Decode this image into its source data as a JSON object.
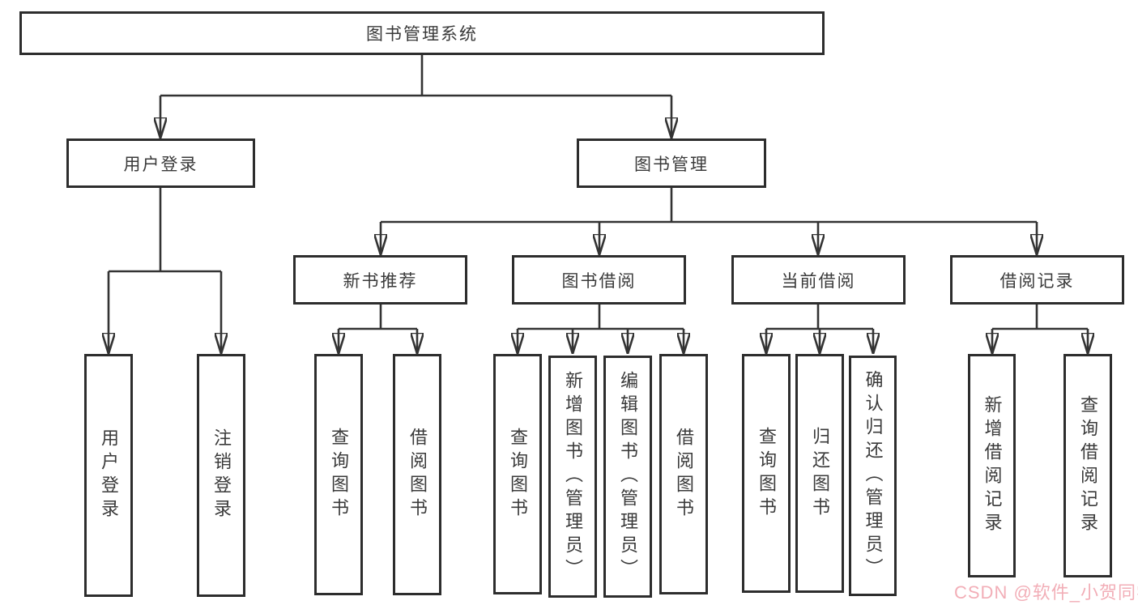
{
  "tree": {
    "root": {
      "label": "图书管理系统"
    },
    "branches": [
      {
        "label": "用户登录",
        "children": [
          "用户登录",
          "注销登录"
        ]
      },
      {
        "label": "图书管理",
        "groups": [
          {
            "label": "新书推荐",
            "children": [
              "查询图书",
              "借阅图书"
            ]
          },
          {
            "label": "图书借阅",
            "children": [
              "查询图书",
              "新增图书（管理员）",
              "编辑图书（管理员）",
              "借阅图书"
            ]
          },
          {
            "label": "当前借阅",
            "children": [
              "查询图书",
              "归还图书",
              "确认归还（管理员）"
            ]
          },
          {
            "label": "借阅记录",
            "children": [
              "新增借阅记录",
              "查询借阅记录"
            ]
          }
        ]
      }
    ]
  },
  "watermark": {
    "text": "CSDN @软件_小贺同学",
    "color": "#F0A0AB"
  },
  "colors": {
    "line": "#333333",
    "box_border": "#2D2D2D",
    "text": "#3A3A3A",
    "background": "#FFFFFF"
  }
}
